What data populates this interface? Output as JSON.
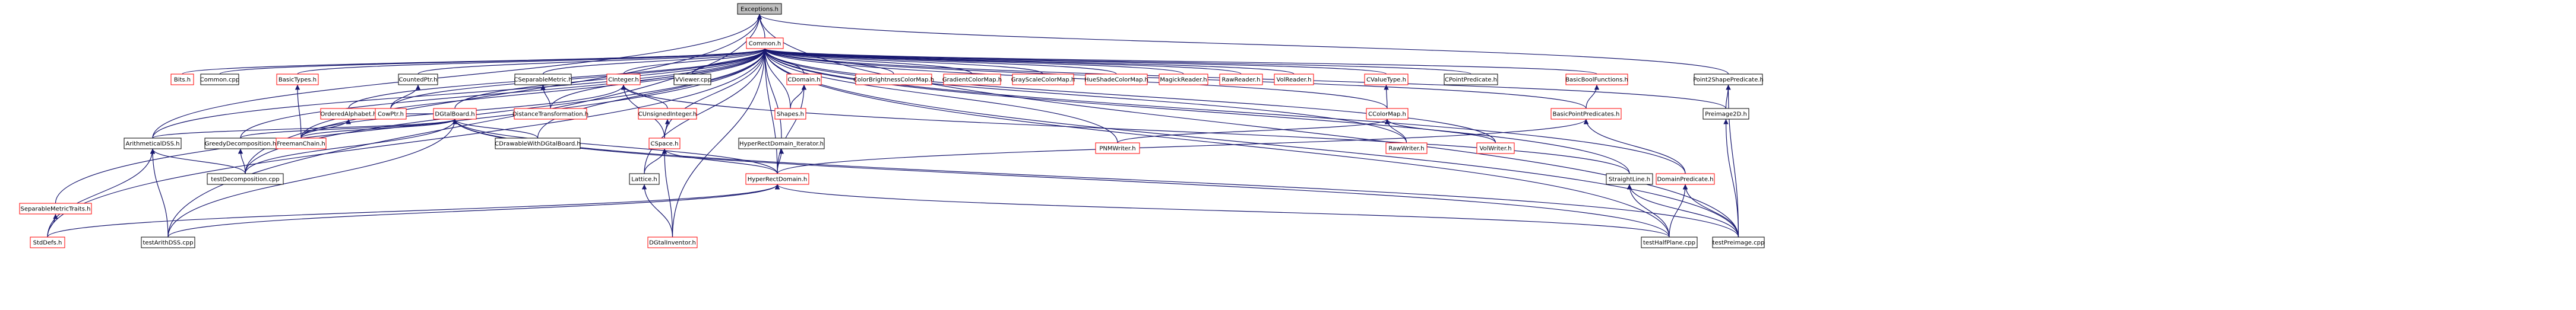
{
  "diagram": {
    "title": "",
    "colors": {
      "edge": "#191970",
      "root_fill": "#bfbfbf",
      "root_border": "#000000",
      "normal_border": "#000000",
      "incomplete_border": "#ff0000",
      "node_fill": "#ffffff",
      "text": "#000000"
    },
    "nodes": [
      {
        "id": "exceptions",
        "label": "Exceptions.h",
        "kind": "root"
      },
      {
        "id": "common",
        "label": "Common.h",
        "kind": "incomplete"
      },
      {
        "id": "bits",
        "label": "Bits.h",
        "kind": "incomplete"
      },
      {
        "id": "common_cpp",
        "label": "Common.cpp",
        "kind": "normal"
      },
      {
        "id": "basictypes",
        "label": "BasicTypes.h",
        "kind": "incomplete"
      },
      {
        "id": "countedptr",
        "label": "CountedPtr.h",
        "kind": "normal"
      },
      {
        "id": "cseparablemetric",
        "label": "CSeparableMetric.h",
        "kind": "normal"
      },
      {
        "id": "cinteger",
        "label": "CInteger.h",
        "kind": "incomplete"
      },
      {
        "id": "iviewer",
        "label": "IVViewer.cpp",
        "kind": "normal"
      },
      {
        "id": "cdomain",
        "label": "CDomain.h",
        "kind": "incomplete"
      },
      {
        "id": "colorbrightness",
        "label": "ColorBrightnessColorMap.h",
        "kind": "incomplete"
      },
      {
        "id": "gradientcolormap",
        "label": "GradientColorMap.h",
        "kind": "incomplete"
      },
      {
        "id": "grayscalecolormap",
        "label": "GrayScaleColorMap.h",
        "kind": "incomplete"
      },
      {
        "id": "hueshadecolormap",
        "label": "HueShadeColorMap.h",
        "kind": "incomplete"
      },
      {
        "id": "magickreader",
        "label": "MagickReader.h",
        "kind": "incomplete"
      },
      {
        "id": "rawreader",
        "label": "RawReader.h",
        "kind": "incomplete"
      },
      {
        "id": "volreader",
        "label": "VolReader.h",
        "kind": "incomplete"
      },
      {
        "id": "cvaluetype",
        "label": "CValueType.h",
        "kind": "incomplete"
      },
      {
        "id": "cpointpredicate",
        "label": "CPointPredicate.h",
        "kind": "normal"
      },
      {
        "id": "basicboolfunctions",
        "label": "BasicBoolFunctions.h",
        "kind": "incomplete"
      },
      {
        "id": "point2shape",
        "label": "Point2ShapePredicate.h",
        "kind": "normal"
      },
      {
        "id": "orderedalphabet",
        "label": "OrderedAlphabet.h",
        "kind": "incomplete"
      },
      {
        "id": "cowptr",
        "label": "CowPtr.h",
        "kind": "incomplete"
      },
      {
        "id": "dgtalboard",
        "label": "DGtalBoard.h",
        "kind": "incomplete"
      },
      {
        "id": "distancetransformation",
        "label": "DistanceTransformation.h",
        "kind": "incomplete"
      },
      {
        "id": "cunsignedinteger",
        "label": "CUnsignedInteger.h",
        "kind": "incomplete"
      },
      {
        "id": "shapes",
        "label": "Shapes.h",
        "kind": "incomplete"
      },
      {
        "id": "ccolormap",
        "label": "CColorMap.h",
        "kind": "incomplete"
      },
      {
        "id": "basicpointpredicates",
        "label": "BasicPointPredicates.h",
        "kind": "incomplete"
      },
      {
        "id": "preimage2d",
        "label": "Preimage2D.h",
        "kind": "normal"
      },
      {
        "id": "arithmeticaldss",
        "label": "ArithmeticalDSS.h",
        "kind": "normal"
      },
      {
        "id": "greedydecomposition",
        "label": "GreedyDecomposition.h",
        "kind": "normal"
      },
      {
        "id": "freemanchain",
        "label": "FreemanChain.h",
        "kind": "incomplete"
      },
      {
        "id": "cdrawablewithdgtalboard",
        "label": "CDrawableWithDGtalBoard.h",
        "kind": "normal"
      },
      {
        "id": "hyperrectdomain_iterator",
        "label": "HyperRectDomain_Iterator.h",
        "kind": "normal"
      },
      {
        "id": "cspace",
        "label": "CSpace.h",
        "kind": "incomplete"
      },
      {
        "id": "pnmwriter",
        "label": "PNMWriter.h",
        "kind": "incomplete"
      },
      {
        "id": "rawwriter",
        "label": "RawWriter.h",
        "kind": "incomplete"
      },
      {
        "id": "volwriter",
        "label": "VolWriter.h",
        "kind": "incomplete"
      },
      {
        "id": "separablemetrictraits",
        "label": "SeparableMetricTraits.h",
        "kind": "incomplete"
      },
      {
        "id": "testdecomposition",
        "label": "testDecomposition.cpp",
        "kind": "normal"
      },
      {
        "id": "lattice",
        "label": "Lattice.h",
        "kind": "normal"
      },
      {
        "id": "hyperrectdomain",
        "label": "HyperRectDomain.h",
        "kind": "incomplete"
      },
      {
        "id": "straightline",
        "label": "StraightLine.h",
        "kind": "normal"
      },
      {
        "id": "domainpredicate",
        "label": "DomainPredicate.h",
        "kind": "incomplete"
      },
      {
        "id": "stddefs",
        "label": "StdDefs.h",
        "kind": "incomplete"
      },
      {
        "id": "testarithdss",
        "label": "testArithDSS.cpp",
        "kind": "normal"
      },
      {
        "id": "dgtalinventor",
        "label": "DGtalInventor.h",
        "kind": "incomplete"
      },
      {
        "id": "testhalfplane",
        "label": "testHalfPlane.cpp",
        "kind": "normal"
      },
      {
        "id": "testpreimage",
        "label": "testPreimage.cpp",
        "kind": "normal"
      }
    ],
    "edges": [
      [
        "common",
        "exceptions"
      ],
      [
        "testarithdss",
        "exceptions"
      ],
      [
        "testdecomposition",
        "exceptions"
      ],
      [
        "arithmeticaldss",
        "exceptions"
      ],
      [
        "point2shape",
        "exceptions"
      ],
      [
        "testpreimage",
        "exceptions"
      ],
      [
        "bits",
        "common"
      ],
      [
        "common_cpp",
        "common"
      ],
      [
        "basictypes",
        "common"
      ],
      [
        "countedptr",
        "common"
      ],
      [
        "cseparablemetric",
        "common"
      ],
      [
        "cinteger",
        "common"
      ],
      [
        "iviewer",
        "common"
      ],
      [
        "cdomain",
        "common"
      ],
      [
        "colorbrightness",
        "common"
      ],
      [
        "gradientcolormap",
        "common"
      ],
      [
        "grayscalecolormap",
        "common"
      ],
      [
        "hueshadecolormap",
        "common"
      ],
      [
        "magickreader",
        "common"
      ],
      [
        "rawreader",
        "common"
      ],
      [
        "volreader",
        "common"
      ],
      [
        "cvaluetype",
        "common"
      ],
      [
        "cpointpredicate",
        "common"
      ],
      [
        "basicboolfunctions",
        "common"
      ],
      [
        "orderedalphabet",
        "common"
      ],
      [
        "cowptr",
        "common"
      ],
      [
        "dgtalboard",
        "common"
      ],
      [
        "distancetransformation",
        "common"
      ],
      [
        "shapes",
        "common"
      ],
      [
        "ccolormap",
        "common"
      ],
      [
        "basicpointpredicates",
        "common"
      ],
      [
        "preimage2d",
        "common"
      ],
      [
        "arithmeticaldss",
        "common"
      ],
      [
        "greedydecomposition",
        "common"
      ],
      [
        "freemanchain",
        "common"
      ],
      [
        "cdrawablewithdgtalboard",
        "common"
      ],
      [
        "hyperrectdomain_iterator",
        "common"
      ],
      [
        "cspace",
        "common"
      ],
      [
        "pnmwriter",
        "common"
      ],
      [
        "rawwriter",
        "common"
      ],
      [
        "volwriter",
        "common"
      ],
      [
        "separablemetrictraits",
        "common"
      ],
      [
        "testdecomposition",
        "common"
      ],
      [
        "lattice",
        "common"
      ],
      [
        "hyperrectdomain",
        "common"
      ],
      [
        "straightline",
        "common"
      ],
      [
        "domainpredicate",
        "common"
      ],
      [
        "stddefs",
        "common"
      ],
      [
        "dgtalinventor",
        "common"
      ],
      [
        "testhalfplane",
        "common"
      ],
      [
        "testpreimage",
        "common"
      ],
      [
        "freemanchain",
        "basictypes"
      ],
      [
        "cowptr",
        "countedptr"
      ],
      [
        "distancetransformation",
        "cseparablemetric"
      ],
      [
        "cunsignedinteger",
        "cinteger"
      ],
      [
        "cspace",
        "cinteger"
      ],
      [
        "freemanchain",
        "cinteger"
      ],
      [
        "straightline",
        "cinteger"
      ],
      [
        "shapes",
        "cdomain"
      ],
      [
        "hyperrectdomain",
        "cdomain"
      ],
      [
        "ccolormap",
        "cvaluetype"
      ],
      [
        "basicpointpredicates",
        "basicboolfunctions"
      ],
      [
        "preimage2d",
        "point2shape"
      ],
      [
        "testpreimage",
        "point2shape"
      ],
      [
        "freemanchain",
        "orderedalphabet"
      ],
      [
        "dgtalboard",
        "cowptr"
      ],
      [
        "arithmeticaldss",
        "dgtalboard"
      ],
      [
        "greedydecomposition",
        "dgtalboard"
      ],
      [
        "freemanchain",
        "dgtalboard"
      ],
      [
        "cdrawablewithdgtalboard",
        "dgtalboard"
      ],
      [
        "hyperrectdomain",
        "dgtalboard"
      ],
      [
        "testdecomposition",
        "dgtalboard"
      ],
      [
        "testarithdss",
        "dgtalboard"
      ],
      [
        "testhalfplane",
        "dgtalboard"
      ],
      [
        "testpreimage",
        "dgtalboard"
      ],
      [
        "cspace",
        "cunsignedinteger"
      ],
      [
        "pnmwriter",
        "ccolormap"
      ],
      [
        "rawwriter",
        "ccolormap"
      ],
      [
        "volwriter",
        "ccolormap"
      ],
      [
        "hyperrectdomain",
        "basicpointpredicates"
      ],
      [
        "domainpredicate",
        "basicpointpredicates"
      ],
      [
        "testpreimage",
        "preimage2d"
      ],
      [
        "testdecomposition",
        "arithmeticaldss"
      ],
      [
        "testarithdss",
        "arithmeticaldss"
      ],
      [
        "stddefs",
        "arithmeticaldss"
      ],
      [
        "testdecomposition",
        "greedydecomposition"
      ],
      [
        "hyperrectdomain",
        "hyperrectdomain_iterator"
      ],
      [
        "lattice",
        "cspace"
      ],
      [
        "hyperrectdomain",
        "cspace"
      ],
      [
        "dgtalinventor",
        "cspace"
      ],
      [
        "stddefs",
        "separablemetrictraits"
      ],
      [
        "dgtalinventor",
        "lattice"
      ],
      [
        "stddefs",
        "hyperrectdomain"
      ],
      [
        "testarithdss",
        "hyperrectdomain"
      ],
      [
        "testhalfplane",
        "hyperrectdomain"
      ],
      [
        "testhalfplane",
        "straightline"
      ],
      [
        "testpreimage",
        "straightline"
      ],
      [
        "testhalfplane",
        "domainpredicate"
      ],
      [
        "testpreimage",
        "domainpredicate"
      ]
    ]
  }
}
